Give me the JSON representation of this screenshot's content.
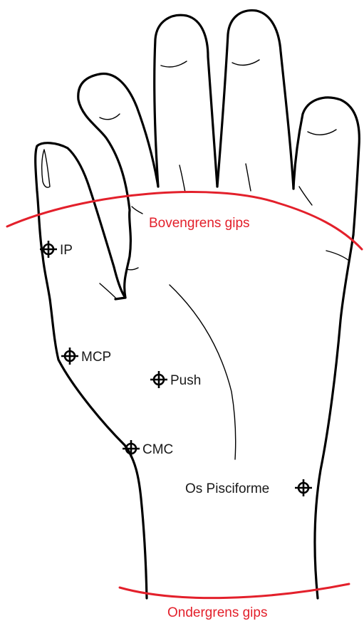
{
  "labels": {
    "upper_border": "Bovengrens gips",
    "lower_border": "Ondergrens gips",
    "ip": "IP",
    "mcp": "MCP",
    "push": "Push",
    "cmc": "CMC",
    "os_pisiforme": "Os Pisciforme"
  },
  "colors": {
    "outline": "#000000",
    "border_line": "#e3202b",
    "label_text": "#1a1a1a"
  },
  "icons": {
    "marker": "crosshair-target-icon"
  }
}
